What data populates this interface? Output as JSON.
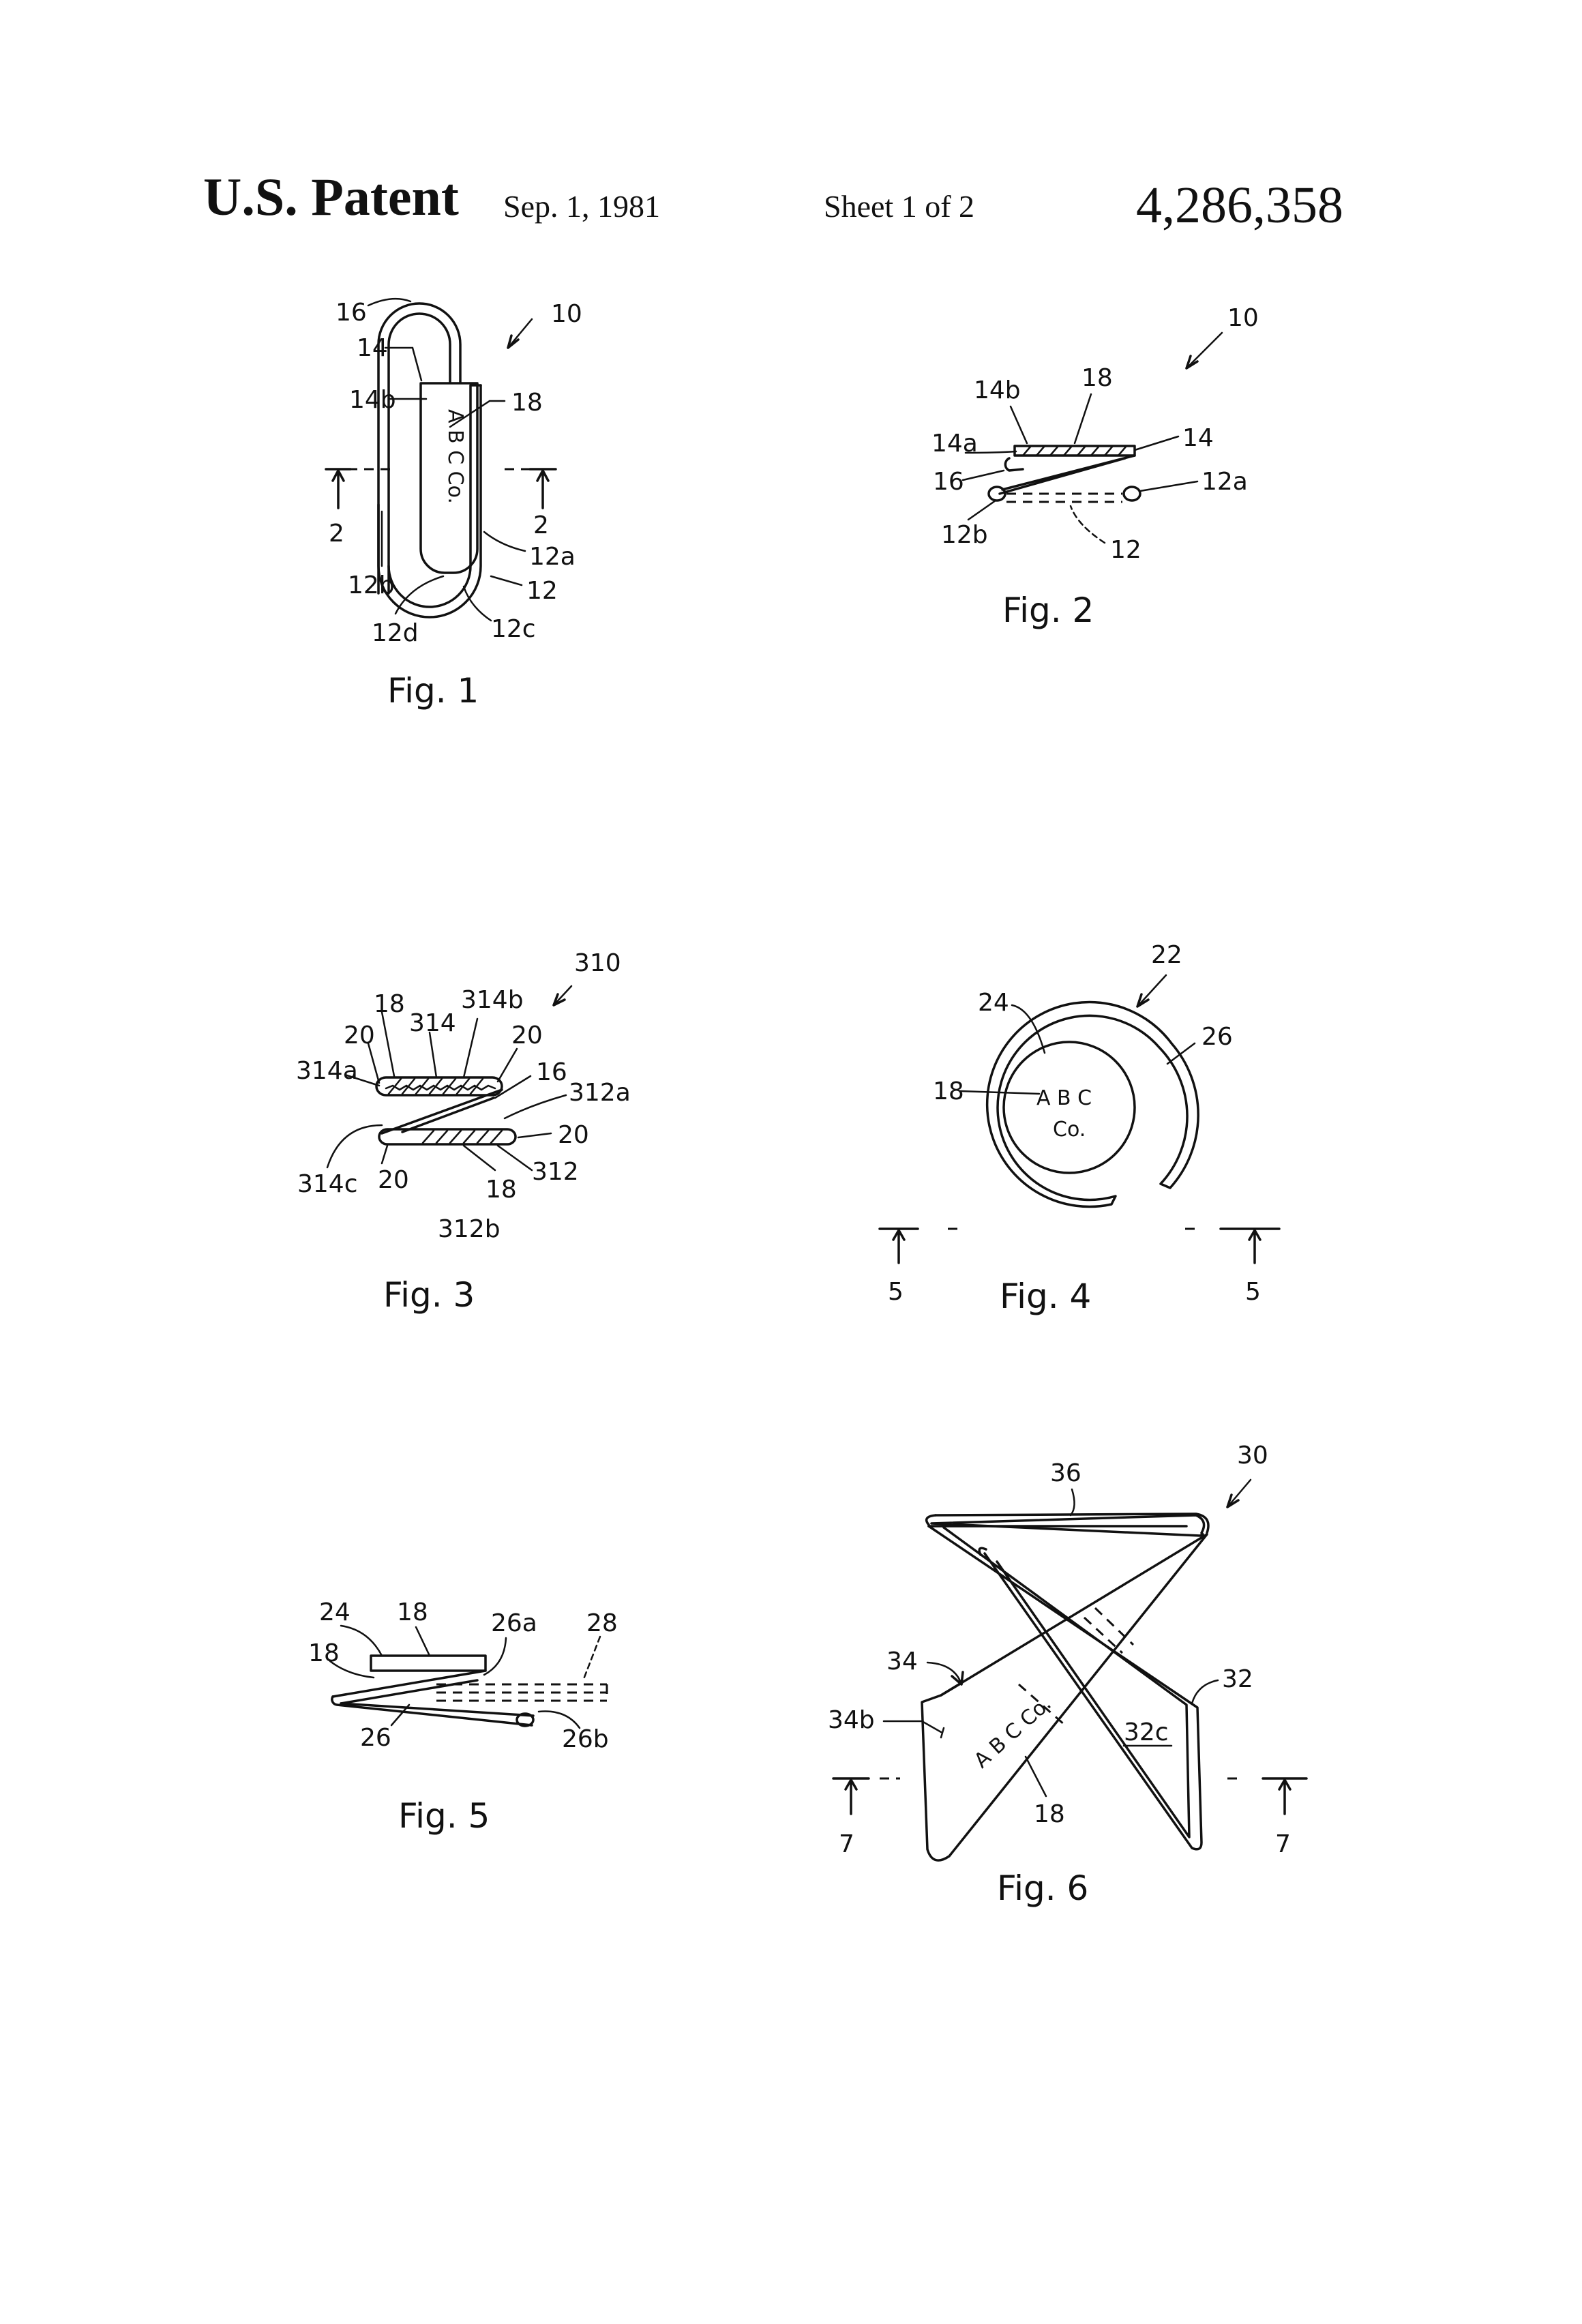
{
  "header": {
    "title": "U.S. Patent",
    "date": "Sep. 1, 1981",
    "sheet": "Sheet 1 of 2",
    "patent_number": "4,286,358"
  },
  "figures": {
    "fig1": {
      "caption": "Fig. 1",
      "card_text": "A B C Co.",
      "labels": {
        "l16": "16",
        "l14": "14",
        "l14b": "14b",
        "l18": "18",
        "l10": "10",
        "l2a": "2",
        "l2b": "2",
        "l12a": "12a",
        "l12b": "12b",
        "l12": "12",
        "l12d": "12d",
        "l12c": "12c"
      }
    },
    "fig2": {
      "caption": "Fig. 2",
      "labels": {
        "l10": "10",
        "l14b": "14b",
        "l18": "18",
        "l14a": "14a",
        "l14": "14",
        "l16": "16",
        "l12a": "12a",
        "l12b": "12b",
        "l12": "12"
      }
    },
    "fig3": {
      "caption": "Fig. 3",
      "labels": {
        "l310": "310",
        "l18a": "18",
        "l314": "314",
        "l314b": "314b",
        "l20a": "20",
        "l20b": "20",
        "l314a": "314a",
        "l16": "16",
        "l312a": "312a",
        "l20c": "20",
        "l314c": "314c",
        "l20d": "20",
        "l18b": "18",
        "l312": "312",
        "l312b": "312b"
      }
    },
    "fig4": {
      "caption": "Fig. 4",
      "disc_text_line1": "A B C",
      "disc_text_line2": "Co.",
      "labels": {
        "l22": "22",
        "l24": "24",
        "l26": "26",
        "l18": "18",
        "l5a": "5",
        "l5b": "5"
      }
    },
    "fig5": {
      "caption": "Fig. 5",
      "labels": {
        "l24": "24",
        "l18a": "18",
        "l26a": "26a",
        "l28": "28",
        "l18b": "18",
        "l26": "26",
        "l26b": "26b"
      }
    },
    "fig6": {
      "caption": "Fig. 6",
      "band_text": "A B C Co.",
      "labels": {
        "l30": "30",
        "l36": "36",
        "l34": "34",
        "l32": "32",
        "l34b": "34b",
        "l32c": "32c",
        "l18": "18",
        "l7a": "7",
        "l7b": "7"
      }
    }
  }
}
